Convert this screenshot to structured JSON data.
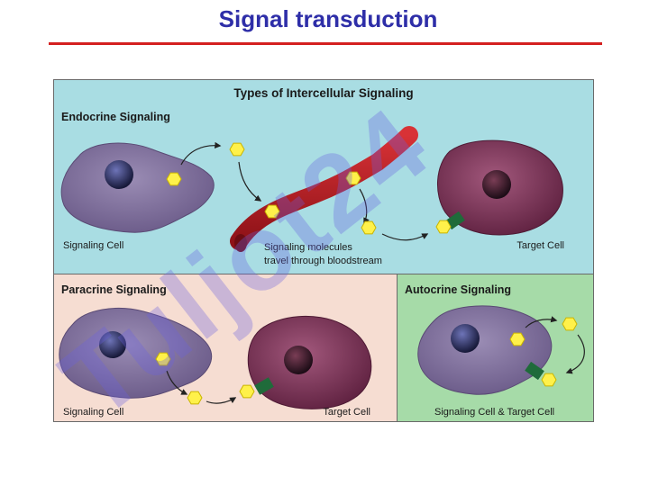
{
  "slide": {
    "title": "Signal transduction"
  },
  "figure": {
    "title": "Types of Intercellular Signaling",
    "panels": {
      "endocrine": {
        "heading": "Endocrine Signaling",
        "signaling_cell_label": "Signaling Cell",
        "molecules_label_line1": "Signaling molecules",
        "molecules_label_line2": "travel through bloodstream",
        "target_cell_label": "Target Cell"
      },
      "paracrine": {
        "heading": "Paracrine Signaling",
        "signaling_cell_label": "Signaling Cell",
        "target_cell_label": "Target Cell"
      },
      "autocrine": {
        "heading": "Autocrine Signaling",
        "cell_label": "Signaling Cell & Target Cell"
      }
    },
    "colors": {
      "endocrine_bg": "#a9dde3",
      "paracrine_bg": "#f6ddd2",
      "autocrine_bg": "#a6dba8",
      "signaling_cell": "#7c6a98",
      "target_cell": "#7a3656",
      "nucleus": "#23244e",
      "molecule": "#fff14a",
      "receptor": "#1f6b3a",
      "blood_vessel": "#b31c22"
    }
  },
  "watermark": {
    "text": "Tuljot24"
  }
}
